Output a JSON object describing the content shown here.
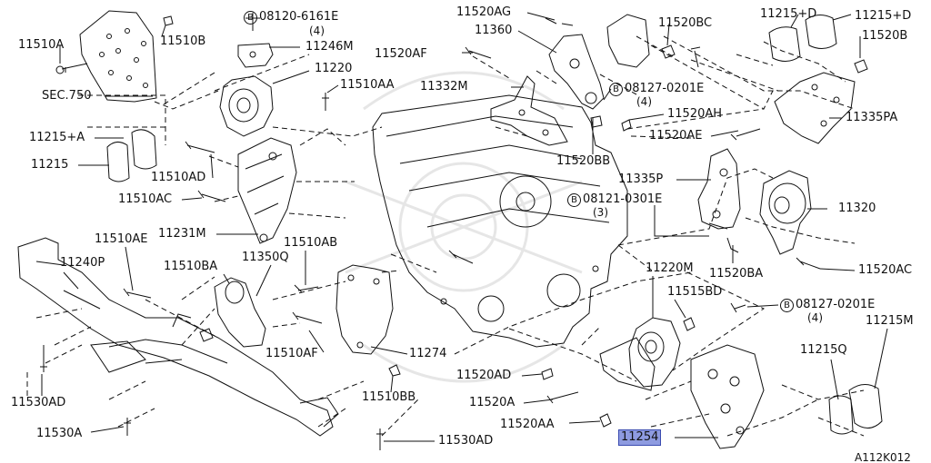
{
  "labels": {
    "l11510A": "11510A",
    "l11510B": "11510B",
    "l11246M": "11246M",
    "l08120_6161E": "08120-6161E",
    "q4a": "(4)",
    "l11220": "11220",
    "l11510AA": "11510AA",
    "lSEC750": "SEC.750",
    "l11215plusA": "11215+A",
    "l11215": "11215",
    "l11510AD": "11510AD",
    "l11510AC": "11510AC",
    "l11231M": "11231M",
    "l11510AE": "11510AE",
    "l11240P": "11240P",
    "l11510BA": "11510BA",
    "l11350Q": "11350Q",
    "l11510AB": "11510AB",
    "l11510AF": "11510AF",
    "l11274": "11274",
    "l11510BB": "11510BB",
    "l11530AD_left": "11530AD",
    "l11530A": "11530A",
    "l11530AD_bottom": "11530AD",
    "l11520AG": "11520AG",
    "l11360": "11360",
    "l11520AF": "11520AF",
    "l11332M": "11332M",
    "l11520BB": "11520BB",
    "l11520BC": "11520BC",
    "l08127_0201E_top": "08127-0201E",
    "q4b": "(4)",
    "l11520AH": "11520AH",
    "l11520AE": "11520AE",
    "l11215plusD_1": "11215+D",
    "l11215plusD_2": "11215+D",
    "l11520B": "11520B",
    "l11335PA": "11335PA",
    "l11335P": "11335P",
    "l08121_0301E": "08121-0301E",
    "q3": "(3)",
    "l11320": "11320",
    "l11520BA": "11520BA",
    "l11520AC": "11520AC",
    "l11220M": "11220M",
    "l11515BD": "11515BD",
    "l08127_0201E_bottom": "08127-0201E",
    "q4c": "(4)",
    "l11215M": "11215M",
    "l11215Q": "11215Q",
    "l11520AD": "11520AD",
    "l11520A": "11520A",
    "l11520AA": "11520AA",
    "l11254": "11254",
    "circleB": "B"
  },
  "footer_code": "A112K012",
  "colors": {
    "ink": "#111111",
    "highlight": "#8e9be0",
    "highlight_border": "#3a4bb0",
    "watermark": "#e8e8e8"
  }
}
